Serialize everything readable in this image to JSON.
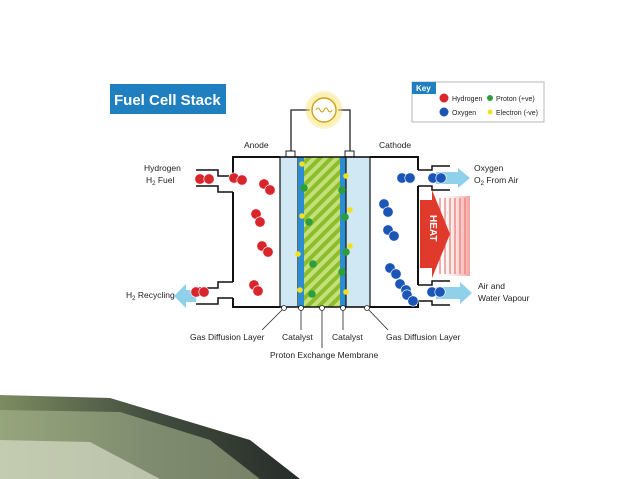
{
  "title": "Fuel Cell Stack",
  "key": {
    "title": "Key",
    "items": [
      {
        "label": "Hydrogen",
        "color": "#d9262c"
      },
      {
        "label": "Proton (+ve)",
        "color": "#2e9e3c"
      },
      {
        "label": "Oxygen",
        "color": "#1c55b8"
      },
      {
        "label": "Electron (-ve)",
        "color": "#f0e020"
      }
    ]
  },
  "labels": {
    "anode": "Anode",
    "cathode": "Cathode",
    "hydrogen_in_line1": "Hydrogen",
    "hydrogen_in_line2": "H",
    "hydrogen_in_sub": "2",
    "hydrogen_in_line2_rest": " Fuel",
    "oxygen_in_line1": "Oxygen",
    "oxygen_in_line2": "O",
    "oxygen_in_sub": "2",
    "oxygen_in_line2_rest": " From Air",
    "recycling": "H",
    "recycling_sub": "2",
    "recycling_rest": " Recycling",
    "exhaust_line1": "Air and",
    "exhaust_line2": "Water Vapour",
    "heat": "HEAT",
    "gdl_left": "Gas Diffusion Layer",
    "catalyst_left": "Catalyst",
    "catalyst_right": "Catalyst",
    "gdl_right": "Gas Diffusion Layer",
    "membrane": "Proton Exchange Membrane"
  },
  "colors": {
    "title_bg": "#1f7fbf",
    "hydrogen": "#d9262c",
    "oxygen": "#1c55b8",
    "proton": "#2e9e3c",
    "electron": "#f0e020",
    "gdl": "#cfe8f3",
    "catalyst": "#2c8ed0",
    "membrane": "#9ecb3c",
    "flow_arrow": "#8fd0ea",
    "heat": "#e03a2c"
  }
}
